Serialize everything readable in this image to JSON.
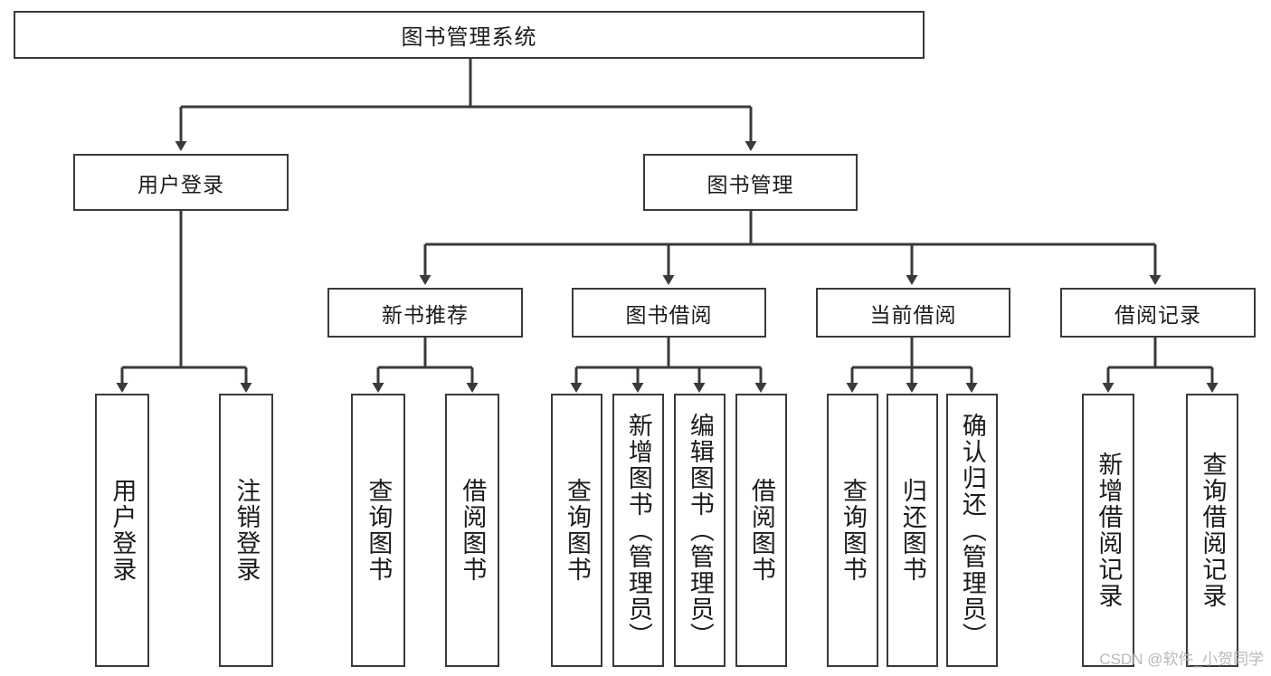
{
  "diagram": {
    "type": "tree-hierarchy-chart",
    "title": "图书管理系统",
    "line_color": "#3a3a3a",
    "box_fill": "#ffffff",
    "text_color": "#1b1b1b"
  },
  "root": {
    "label": "图书管理系统"
  },
  "level2": [
    {
      "label": "用户登录"
    },
    {
      "label": "图书管理"
    }
  ],
  "level3": [
    {
      "label": "新书推荐"
    },
    {
      "label": "图书借阅"
    },
    {
      "label": "当前借阅"
    },
    {
      "label": "借阅记录"
    }
  ],
  "leaves": {
    "user_login": [
      {
        "label": "用户登录"
      },
      {
        "label": "注销登录"
      }
    ],
    "new_book_recommend": [
      {
        "label": "查询图书"
      },
      {
        "label": "借阅图书"
      }
    ],
    "book_borrow": [
      {
        "label": "查询图书"
      },
      {
        "label": "新增图书（管理员）"
      },
      {
        "label": "编辑图书（管理员）"
      },
      {
        "label": "借阅图书"
      }
    ],
    "current_borrow": [
      {
        "label": "查询图书"
      },
      {
        "label": "归还图书"
      },
      {
        "label": "确认归还（管理员）"
      }
    ],
    "borrow_record": [
      {
        "label": "新增借阅记录"
      },
      {
        "label": "查询借阅记录"
      }
    ]
  },
  "watermark": {
    "text": "CSDN @软件_小贺同学"
  }
}
